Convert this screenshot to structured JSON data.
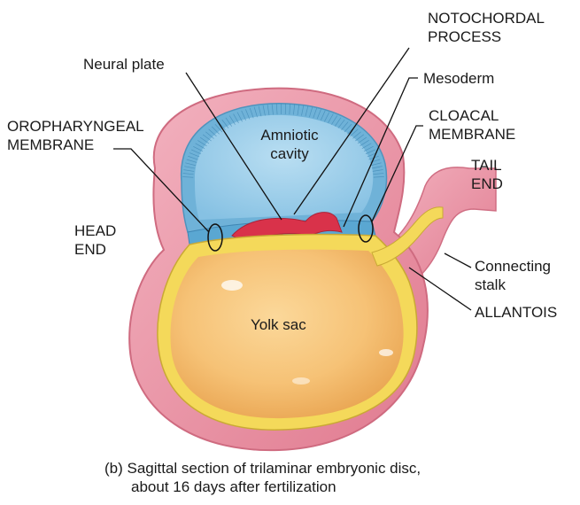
{
  "labels": {
    "notochordal_process": [
      "NOTOCHORDAL",
      "PROCESS"
    ],
    "neural_plate": "Neural plate",
    "mesoderm": "Mesoderm",
    "oropharyngeal_membrane": [
      "OROPHARYNGEAL",
      "MEMBRANE"
    ],
    "cloacal_membrane": [
      "CLOACAL",
      "MEMBRANE"
    ],
    "amniotic_cavity": [
      "Amniotic",
      "cavity"
    ],
    "tail_end": [
      "TAIL",
      "END"
    ],
    "head_end": [
      "HEAD",
      "END"
    ],
    "connecting_stalk": [
      "Connecting",
      "stalk"
    ],
    "allantois": "ALLANTOIS",
    "yolk_sac": "Yolk sac"
  },
  "caption": [
    "(b) Sagittal section of trilaminar embryonic disc,",
    "about 16 days after fertilization"
  ],
  "colors": {
    "chorion_pink": "#e88a9c",
    "chorion_light": "#f6c6cf",
    "amnion_blue": "#9fd0ea",
    "ectoderm_blue": "#6fb2d8",
    "yolk_orange": "#f6c276",
    "endoderm_yellow": "#f4d95a",
    "mesoderm_red": "#d9324a"
  }
}
